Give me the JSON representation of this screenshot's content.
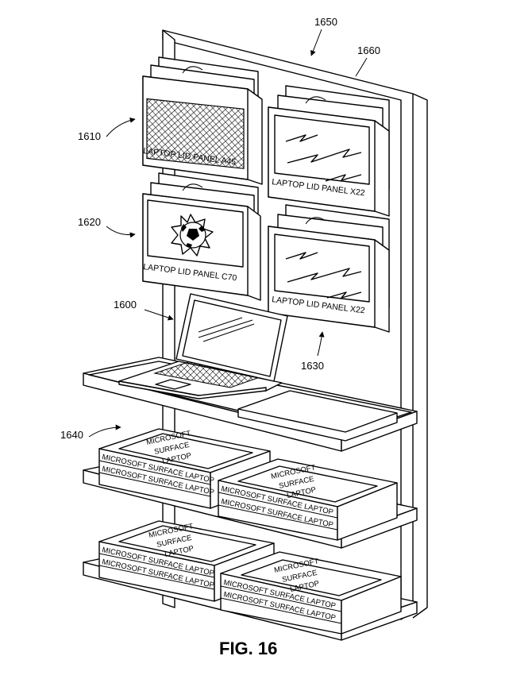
{
  "figure": {
    "caption": "FIG. 16",
    "reference_numerals": {
      "display_assembly": "1650",
      "back_wall": "1660",
      "panel_a45_ref": "1610",
      "panel_c70_ref": "1620",
      "laptop_ref": "1600",
      "panel_x22_lower_ref": "1630",
      "laptop_boxes_ref": "1640"
    },
    "panel_labels": {
      "a45": "LAPTOP LID PANEL A45",
      "x22_upper": "LAPTOP LID PANEL X22",
      "c70": "LAPTOP LID PANEL C70",
      "x22_lower": "LAPTOP LID PANEL X22"
    },
    "box_labels": {
      "brand_line1": "MICROSOFT",
      "brand_line2": "SURFACE",
      "brand_line3": "LAPTOP",
      "side_label": "MICROSOFT SURFACE LAPTOP"
    }
  }
}
